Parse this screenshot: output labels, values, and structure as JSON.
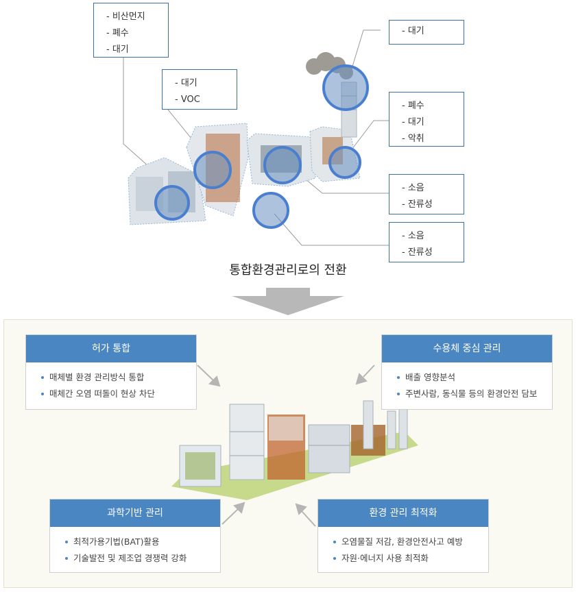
{
  "top_labels": {
    "fugitive_box": [
      "비산먼지",
      "폐수",
      "대기"
    ],
    "voc_box": [
      "대기",
      "VOC"
    ],
    "stack_box": [
      "대기"
    ],
    "right_box": [
      "폐수",
      "대기",
      "악취"
    ],
    "noise_box_1": [
      "소음",
      "잔류성"
    ],
    "noise_box_2": [
      "소음",
      "잔류성"
    ]
  },
  "transition_title": "통합환경관리로의 전환",
  "cards": {
    "permit": {
      "title": "허가 통합",
      "items": [
        "매체별 환경 관리방식 통합",
        "매체간 오염 떠돌이 현상 차단"
      ]
    },
    "receptor": {
      "title": "수용체 중심 관리",
      "items": [
        "배출 영향분석",
        "주변사람, 동식물 등의 환경안전 담보"
      ]
    },
    "science": {
      "title": "과학기반 관리",
      "items": [
        "최적가용기법(BAT)활용",
        "기술발전 및 제조업 경쟁력 강화"
      ]
    },
    "optimize": {
      "title": "환경 관리 최적화",
      "items": [
        "오염물질 저감, 환경안전사고 예방",
        "자원·에너지 사용 최적화"
      ]
    }
  },
  "colors": {
    "accent": "#4a86c2",
    "circle": "#4a7fd0",
    "label_border": "#3a6ea5"
  }
}
